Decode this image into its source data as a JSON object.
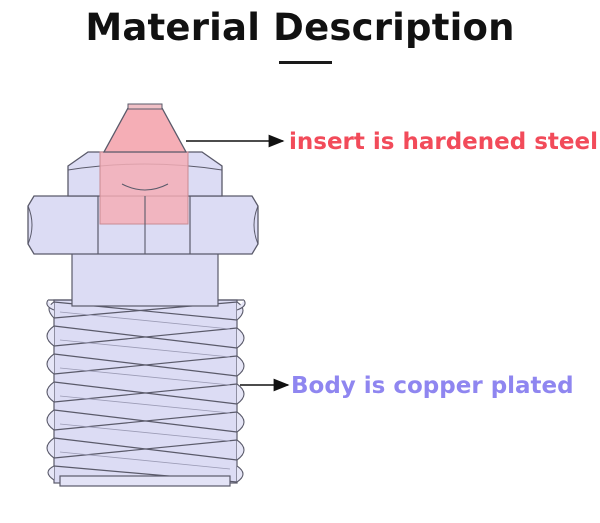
{
  "title": "Material Description",
  "labels": {
    "insert": "insert is hardened steel",
    "body": "Body is copper plated"
  },
  "colors": {
    "insert_text": "#f24b5a",
    "body_text": "#8f86f0",
    "body_fill": "#dcdcf4",
    "insert_fill": "#f5aeb6",
    "outline": "#5a5a6a"
  }
}
